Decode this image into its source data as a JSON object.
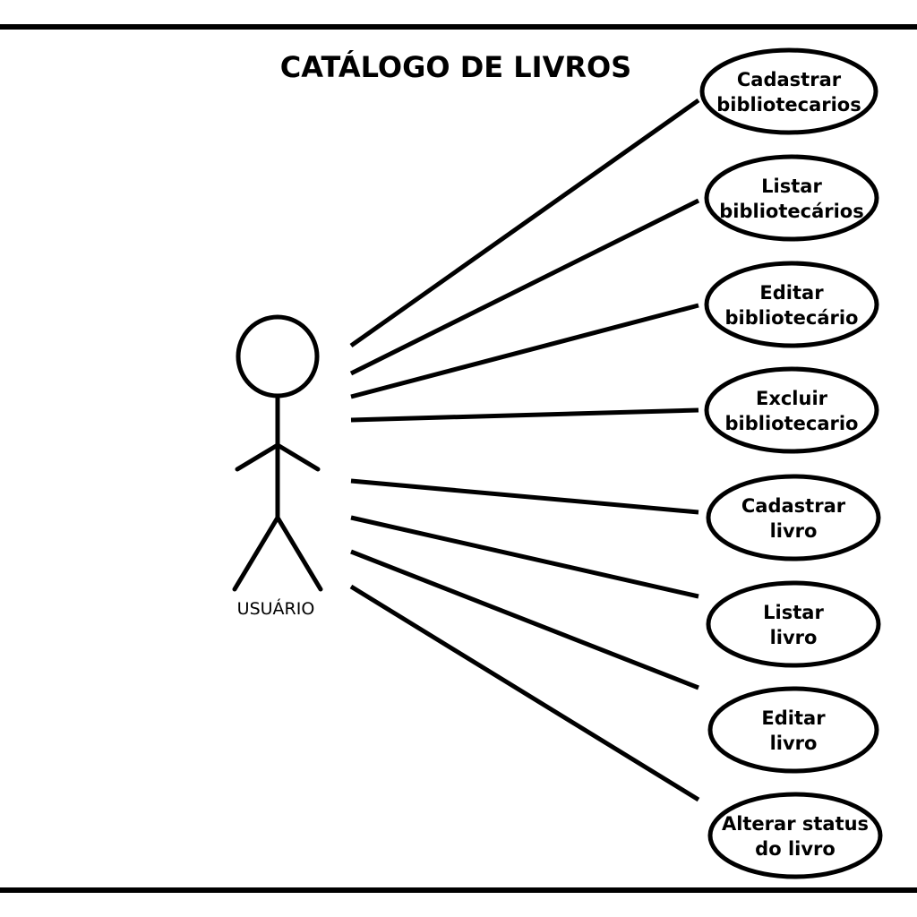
{
  "diagram": {
    "title": "CATÁLOGO DE LIVROS",
    "actor": {
      "label": "USUÁRIO"
    },
    "use_cases": [
      {
        "id": "cadastrar-bibliotecarios",
        "lines": [
          "Cadastrar",
          "bibliotecarios"
        ]
      },
      {
        "id": "listar-bibliotecarios",
        "lines": [
          "Listar",
          "bibliotecários"
        ]
      },
      {
        "id": "editar-bibliotecario",
        "lines": [
          "Editar",
          "bibliotecário"
        ]
      },
      {
        "id": "excluir-bibliotecario",
        "lines": [
          "Excluir",
          "bibliotecario"
        ]
      },
      {
        "id": "cadastrar-livro",
        "lines": [
          "Cadastrar",
          "livro"
        ]
      },
      {
        "id": "listar-livro",
        "lines": [
          "Listar",
          "livro"
        ]
      },
      {
        "id": "editar-livro",
        "lines": [
          "Editar",
          "livro"
        ]
      },
      {
        "id": "alterar-status-livro",
        "lines": [
          "Alterar status",
          "do livro"
        ]
      }
    ]
  }
}
